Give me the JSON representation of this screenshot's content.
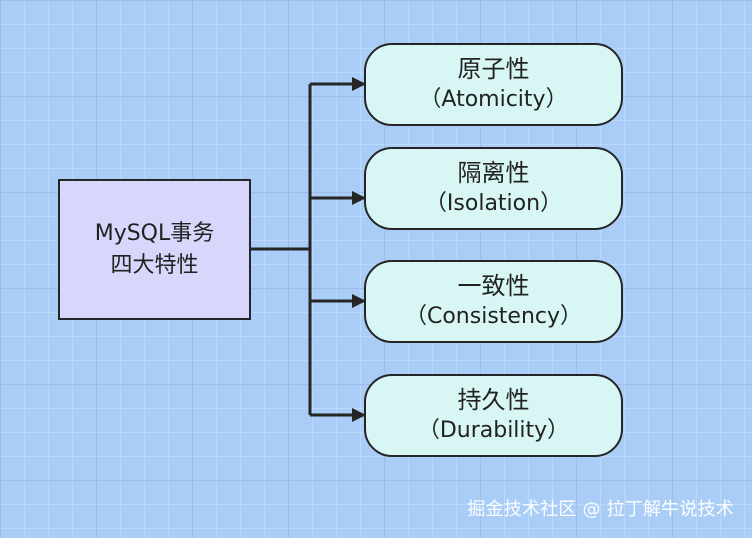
{
  "diagram": {
    "root": {
      "label": "MySQL事务\n四大特性"
    },
    "nodes": [
      {
        "title": "原子性",
        "subtitle": "（Atomicity）"
      },
      {
        "title": "隔离性",
        "subtitle": "（Isolation）"
      },
      {
        "title": "一致性",
        "subtitle": "（Consistency）"
      },
      {
        "title": "持久性",
        "subtitle": "（Durability）"
      }
    ]
  },
  "watermark": {
    "text": "掘金技术社区 @ 拉丁解牛说技术"
  }
}
